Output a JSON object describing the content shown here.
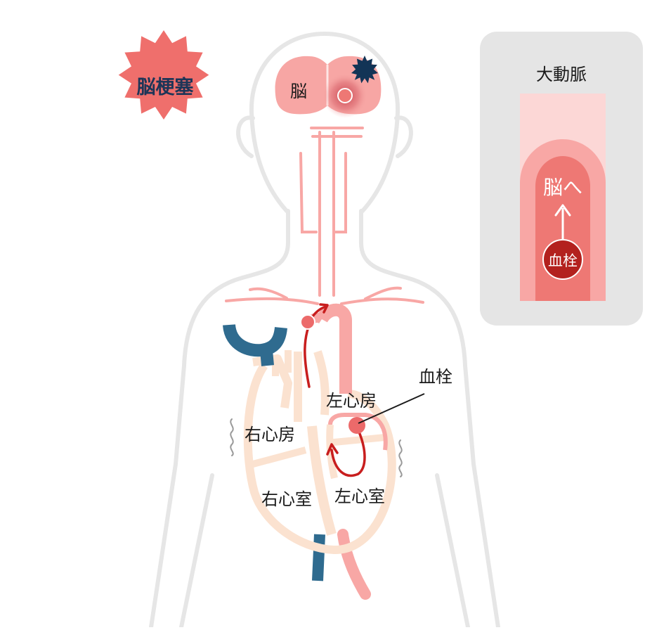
{
  "badge": {
    "text": "脳梗塞"
  },
  "labels": {
    "brain": "脳",
    "left_atrium": "左心房",
    "right_atrium": "右心房",
    "right_ventricle": "右心室",
    "left_ventricle": "左心室",
    "embolus": "血栓"
  },
  "inset": {
    "title": "大動脈",
    "to_brain": "脳へ",
    "embolus": "血栓"
  },
  "colors": {
    "artery": "#f8a7a5",
    "artery_light": "#fcd7d6",
    "artery_dark": "#ee7874",
    "vein": "#2f6b8f",
    "heart": "#fbe2d0",
    "body_outline": "#e6e6e6",
    "badge": "#ef6f6c",
    "badge_text": "#1d3557",
    "brain": "#f7a6a4",
    "infarct_star": "#123456",
    "flow_arrow": "#c81e1e",
    "embolus_dot": "#ec6a6a",
    "inset_bg": "#e5e5e5",
    "inset_embolus": "#b3211e"
  }
}
